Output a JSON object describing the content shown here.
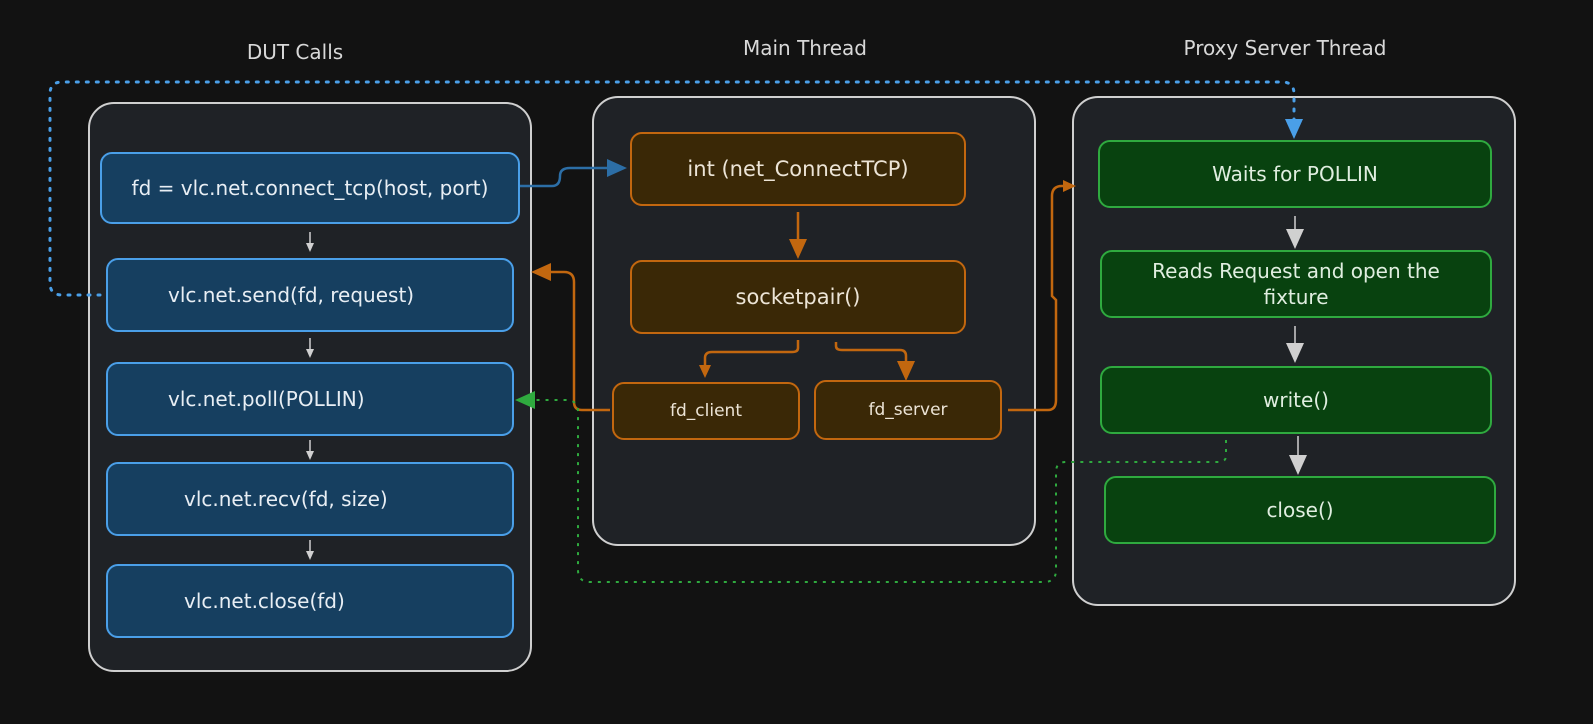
{
  "columns": {
    "dut_title": "DUT Calls",
    "main_title": "Main Thread",
    "proxy_title": "Proxy Server Thread"
  },
  "dut": {
    "connect": "fd = vlc.net.connect_tcp(host, port)",
    "send": "vlc.net.send(fd, request)",
    "poll": "vlc.net.poll(POLLIN)",
    "recv": "vlc.net.recv(fd, size)",
    "close": "vlc.net.close(fd)"
  },
  "main": {
    "connect_tcp": "int (net_ConnectTCP)",
    "socketpair": "socketpair()",
    "fd_client": "fd_client",
    "fd_server": "fd_server"
  },
  "proxy": {
    "waits": "Waits for POLLIN",
    "reads": "Reads Request and open the fixture",
    "write": "write()",
    "close": "close()"
  },
  "colors": {
    "background": "#121212",
    "panel": "#1f2226",
    "blue": "#4a9fe8",
    "orange": "#c2670f",
    "green": "#2faa3f",
    "arrow_gray": "#d0d0d0"
  }
}
